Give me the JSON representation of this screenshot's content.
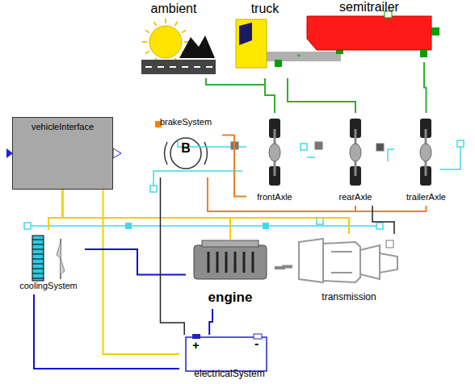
{
  "diagram": {
    "nodes": [
      {
        "text": [
          "ambient"
        ]
      },
      {
        "text": [
          "truck"
        ]
      },
      {
        "text": [
          "semitrailer"
        ]
      },
      {
        "text": [
          "vehicleInterface"
        ]
      },
      {
        "text": [
          "brakeSystem",
          "B"
        ]
      },
      {
        "text": [
          "frontAxle"
        ]
      },
      {
        "text": [
          "rearAxle"
        ]
      },
      {
        "text": [
          "trailerAxle"
        ]
      },
      {
        "text": [
          "coolingSystem"
        ]
      },
      {
        "text": [
          "engine"
        ]
      },
      {
        "text": [
          "transmission"
        ]
      },
      {
        "text": [
          "electricalSystem"
        ]
      }
    ],
    "edges": [
      {
        "from": 0,
        "to": 1,
        "arrow": "none"
      },
      {
        "from": 1,
        "to": 5,
        "arrow": "none"
      },
      {
        "from": 1,
        "to": 6,
        "arrow": "none"
      },
      {
        "from": 1,
        "to": 2,
        "arrow": "none"
      },
      {
        "from": 2,
        "to": 7,
        "arrow": "none"
      },
      {
        "from": 3,
        "to": 9,
        "arrow": "none"
      },
      {
        "from": 3,
        "to": 8,
        "arrow": "none"
      },
      {
        "from": 3,
        "to": 11,
        "arrow": "none"
      },
      {
        "from": 3,
        "to": 10,
        "arrow": "none"
      },
      {
        "from": 4,
        "to": 5,
        "arrow": "none"
      },
      {
        "from": 4,
        "to": 6,
        "arrow": "none"
      },
      {
        "from": 4,
        "to": 7,
        "arrow": "none"
      },
      {
        "from": 9,
        "to": 10,
        "arrow": "none"
      },
      {
        "from": 10,
        "to": 6,
        "arrow": "none"
      },
      {
        "from": 8,
        "to": 9,
        "arrow": "none"
      },
      {
        "from": 11,
        "to": 9,
        "arrow": "none"
      },
      {
        "from": 11,
        "to": 8,
        "arrow": "none"
      },
      {
        "from": 4,
        "to": 11,
        "arrow": "none"
      }
    ],
    "labels": [
      "+",
      "-"
    ]
  }
}
